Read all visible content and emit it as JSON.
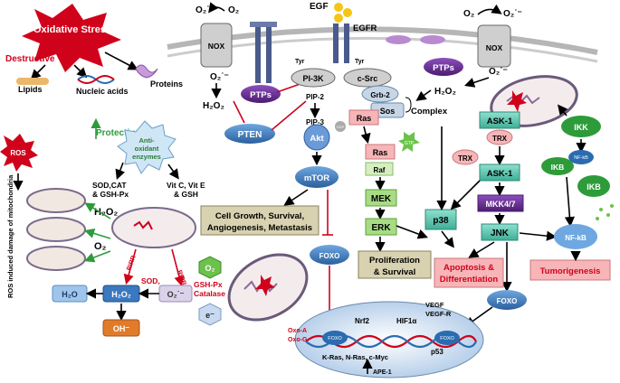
{
  "left": {
    "oxidative_stress": "Oxidative Stress",
    "destructive": "Destructive",
    "lipids": "Lipids",
    "nucleic_acids": "Nucleic acids",
    "proteins": "Proteins",
    "protective": "Protective",
    "antioxidant_1": "Anti-",
    "antioxidant_2": "oxidant",
    "antioxidant_3": "enzymes",
    "sod_1": "SOD,CAT",
    "sod_2": "& GSH-Px",
    "vit_1": "Vit C, Vit E",
    "vit_2": "& GSH",
    "ros": "ROS",
    "ros_damage": "ROS induced damage of mitochondria",
    "h2o2_top": "H₂O₂",
    "o2_mid": "O₂",
    "rirr_1": "RIRR",
    "rirr_2": "RIRR",
    "h2o": "H₂O",
    "h2o2_box": "H₂O₂",
    "sod_label": "SOD,",
    "o2_radical": "O₂˙⁻",
    "gshpx": "GSH-Px",
    "catalase": "Catalase",
    "o2_hex": "O₂",
    "e_minus": "e⁻",
    "oh_minus": "OH⁻"
  },
  "top": {
    "o2rad_left": "O₂˙⁻",
    "o2_left": "O₂",
    "nox_left": "NOX",
    "o2rad_below": "O₂˙⁻",
    "h2o2_left": "H₂O₂",
    "ptps_left": "PTPs",
    "pten": "PTEN",
    "egf": "EGF",
    "egfr": "EGFR",
    "tyr_1": "Tyr",
    "tyr_2": "Tyr",
    "pi3k": "PI-3K",
    "csrc": "c-Src",
    "pip2": "PIP-2",
    "pip3": "PIP-3",
    "akt": "Akt",
    "mtor": "mTOR",
    "o2_right": "O₂",
    "o2rad_right": "O₂˙⁻",
    "nox_right": "NOX",
    "ptps_right": "PTPs",
    "o2rad_right_below": "O₂˙⁻",
    "h2o2_right": "H₂O₂"
  },
  "middle": {
    "grb2": "Grb-2",
    "sos": "Sos",
    "ras_1": "Ras",
    "ras_2": "Ras",
    "complex": "Complex",
    "gdp": "GDP",
    "gtp": "GTP",
    "raf": "Raf",
    "mek": "MEK",
    "erk": "ERK",
    "p38": "p38",
    "ask1_1": "ASK-1",
    "trx_1": "TRX",
    "trx_2": "TRX",
    "ask1_2": "ASK-1",
    "mkk": "MKK4/7",
    "jnk": "JNK",
    "ikk": "IKK",
    "ikb_1": "IKB",
    "ikb_2": "IKB",
    "nfkb_small": "NF-kB",
    "nfkb": "NF-kB"
  },
  "outcomes": {
    "cell_growth_1": "Cell Growth, Survival,",
    "cell_growth_2": "Angiogenesis, Metastasis",
    "prolif_1": "Proliferation",
    "prolif_2": "& Survival",
    "apoptosis_1": "Apoptosis &",
    "apoptosis_2": "Differentiation",
    "tumor": "Tumorigenesis"
  },
  "nucleus": {
    "foxo_1": "FOXO",
    "foxo_2": "FOXO",
    "foxo_n1": "FOXO",
    "foxo_n2": "FOXO",
    "oxo_a": "Oxo-A",
    "oxo_g": "Oxo-G",
    "nrf2": "Nrf2",
    "hif": "HIF1α",
    "vegf": "VEGF",
    "vegfr": "VEGF-R",
    "kras": "K-Ras, N-Ras, c-Myc",
    "p53": "p53",
    "ape1": "APE-1"
  },
  "colors": {
    "red": "#d0021b",
    "green": "#2e9b3a",
    "teal": "#5cc6b0",
    "purple": "#6a2c91",
    "blue": "#2b6cb0",
    "pink": "#f7b5b8",
    "beige": "#d9d2b0"
  }
}
